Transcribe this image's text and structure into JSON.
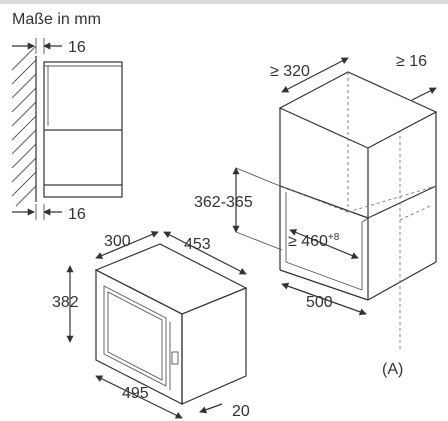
{
  "title": "Maße in mm",
  "dimensions": {
    "side_gap_top": "16",
    "side_gap_bottom": "16",
    "cabinet_width": "≥ 320",
    "cabinet_side": "≥ 16",
    "niche_height": "362-365",
    "niche_width": "≥ 460",
    "niche_width_tolerance": "+8",
    "cabinet_depth": "500",
    "oven_depth": "300",
    "oven_width_top": "453",
    "oven_height": "382",
    "oven_width": "495",
    "frame_offset": "20"
  },
  "callout": "(A)",
  "colors": {
    "line": "#333333",
    "text": "#333333",
    "border": "#d9d9d9"
  }
}
